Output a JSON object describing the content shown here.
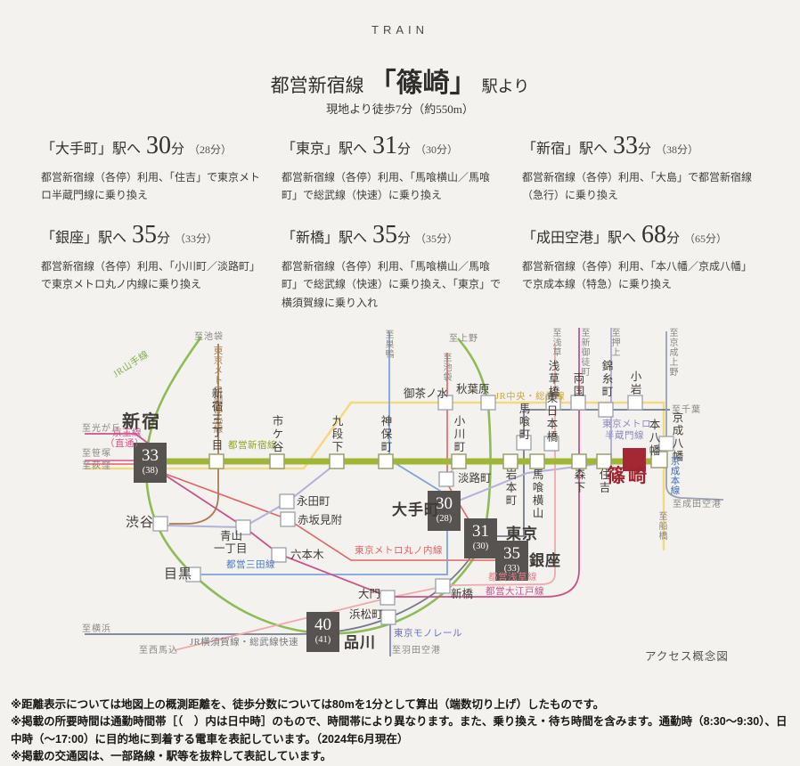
{
  "header": {
    "eyebrow": "TRAIN",
    "title_line": "都営新宿線",
    "title_station": "「篠崎」",
    "title_suffix": "駅より",
    "walk": "現地より徒歩7分（約550m）"
  },
  "destinations": [
    {
      "name": "「大手町」駅へ",
      "min": "30",
      "unit": "分",
      "alt": "（28分）",
      "desc": "都営新宿線（各停）利用、「住吉」で東京メトロ半蔵門線に乗り換え"
    },
    {
      "name": "「東京」駅へ",
      "min": "31",
      "unit": "分",
      "alt": "（30分）",
      "desc": "都営新宿線（各停）利用、「馬喰横山／馬喰町」で総武線（快速）に乗り換え"
    },
    {
      "name": "「新宿」駅へ",
      "min": "33",
      "unit": "分",
      "alt": "（38分）",
      "desc": "都営新宿線（各停）利用、「大島」で都営新宿線（急行）に乗り換え"
    },
    {
      "name": "「銀座」駅へ",
      "min": "35",
      "unit": "分",
      "alt": "（33分）",
      "desc": "都営新宿線（各停）利用、「小川町／淡路町」で東京メトロ丸ノ内線に乗り換え"
    },
    {
      "name": "「新橋」駅へ",
      "min": "35",
      "unit": "分",
      "alt": "（35分）",
      "desc": "都営新宿線（各停）利用、「馬喰横山／馬喰町」で総武線（快速）に乗り換え、「東京」で横須賀線に乗り入れ"
    },
    {
      "name": "「成田空港」駅へ",
      "min": "68",
      "unit": "分",
      "alt": "（65分）",
      "desc": "都営新宿線（各停）利用、「本八幡／京成八幡」で京成本線（特急）に乗り換え"
    }
  ],
  "map": {
    "caption": "アクセス概念図",
    "colors": {
      "toei_shinjuku": "#9fb636",
      "yamanote": "#8fbb57",
      "chuo_sobu": "#f2d983",
      "sobu_rapid": "#757b8e",
      "marunouchi": "#e16264",
      "hanzomon": "#b3b0d9",
      "fukutoshin": "#a87c52",
      "mita": "#80a3d6",
      "asakusa": "#efaaaa",
      "oedo": "#ca5287",
      "keio": "#e2679a",
      "keisei": "#97a0b4",
      "monorail": "#8287c6",
      "shinozaki_red": "#a42833",
      "badge_bg": "#565350"
    },
    "badges": {
      "shinjuku": {
        "min": "33",
        "alt": "(38)"
      },
      "otemachi": {
        "min": "30",
        "alt": "(28)"
      },
      "tokyo": {
        "min": "31",
        "alt": "(30)"
      },
      "ginza": {
        "min": "35",
        "alt": "(33)"
      },
      "shinagawa": {
        "min": "40",
        "alt": "(41)"
      }
    },
    "labels": {
      "jr_yamanote": "JR山手線",
      "to_ikebukuro1": "至池袋",
      "shinjuku": "新宿",
      "keio1": "京王線",
      "keio2": "（直通）",
      "to_hikarigaoka": "至光が丘",
      "to_sasazuka": "至笹塚",
      "to_ogikubo": "至荻窪",
      "fukutoshin": "東京メトロ副都心線",
      "shinjuku3": "新宿三丁目",
      "toei_shinjuku": "都営新宿線",
      "ichigaya": "市ケ谷",
      "kudanshita": "九段下",
      "jimbocho": "神保町",
      "to_sugamo": "至巣鴨",
      "to_ueno": "至上野",
      "to_ikebukuro2": "至池袋",
      "ochanomizu": "御茶ノ水",
      "akihabara": "秋葉原",
      "chuo_sobu": "JR中央・総武線",
      "ogawamachi": "小川町",
      "awajicho": "淡路町",
      "otemachi": "大手町",
      "tokyo": "東京",
      "ginza": "銀座",
      "marunouchi": "東京メトロ丸ノ内線",
      "mita": "都営三田線",
      "nagatacho": "永田町",
      "akasakamitsuke": "赤坂見附",
      "roppongi": "六本木",
      "aoyama1": "青山",
      "aoyama2": "一丁目",
      "shibuya": "渋谷",
      "meguro": "目黒",
      "to_yokohama": "至横浜",
      "to_nishimagome": "至西馬込",
      "yokosuka": "JR横須賀線・総武線快速",
      "shinagawa": "品川",
      "daimon": "大門",
      "hamamatsucho": "浜松町",
      "shimbashi": "新橋",
      "monorail": "東京モノレール",
      "to_haneda": "至羽田空港",
      "asakusa_line": "都営浅草線",
      "oedo_line": "都営大江戸線",
      "hanzomon1": "東京メトロ",
      "hanzomon2": "半蔵門線",
      "iwamotocho": "岩本町",
      "bakurocho": "馬喰町",
      "higashinihombashi": "東日本橋",
      "bakuroyokoyama": "馬喰横山",
      "morishita": "森下",
      "sumiyoshi": "住吉",
      "asakusabashi": "浅草橋",
      "ryogoku": "両国",
      "kinshicho": "錦糸町",
      "koiwa": "小岩",
      "to_asakusa": "至浅草",
      "to_shinokachimachi": "至新御徒町",
      "to_oshiage": "至押上",
      "to_keisei_ueno": "至京成上野",
      "to_chiba": "至千葉",
      "motoyawata": "本八幡",
      "keisei_yawata": "京成八幡",
      "keisei_main": "京成本線",
      "to_narita": "至成田空港",
      "to_funabashi": "至船橋",
      "shinozaki": "篠崎"
    }
  },
  "footnotes": [
    "※距離表示については地図上の概測距離を、徒歩分数については80mを1分として算出（端数切り上げ）したものです。",
    "※掲載の所要時間は通勤時間帯［（　）内は日中時］のもので、時間帯により異なります。また、乗り換え・待ち時間を含みます。通勤時（8:30～9:30）、日中時（～17:00）に目的地に到着する電車を表記しています。（2024年6月現在）",
    "※掲載の交通図は、一部路線・駅等を抜粋して表記しています。"
  ]
}
